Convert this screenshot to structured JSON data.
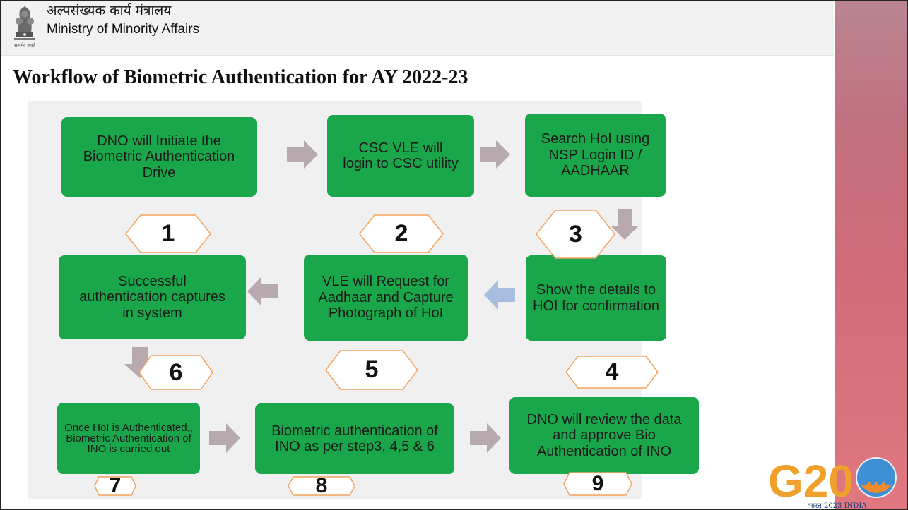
{
  "header": {
    "ministry_hindi": "अल्पसंख्यक कार्य मंत्रालय",
    "ministry_english": "Ministry of Minority Affairs",
    "emblem_motto": "सत्यमेव जयते"
  },
  "title": "Workflow of Biometric Authentication for AY 2022-23",
  "steps": [
    {
      "number": "1",
      "text": "DNO will Initiate the Biometric Authentication Drive"
    },
    {
      "number": "2",
      "text": "CSC VLE will login to CSC utility"
    },
    {
      "number": "3",
      "text": "Search HoI using NSP Login ID / AADHAAR"
    },
    {
      "number": "4",
      "text": "Show the details to HOI  for confirmation"
    },
    {
      "number": "5",
      "text": "VLE will Request for Aadhaar and Capture Photograph of HoI"
    },
    {
      "number": "6",
      "text": "Successful authentication captures in system"
    },
    {
      "number": "7",
      "text": "Once HoI is Authenticated,, Biometric Authentication of INO is carried out"
    },
    {
      "number": "8",
      "text": "Biometric authentication of INO as per step3, 4,5 & 6"
    },
    {
      "number": "9",
      "text": "DNO will review the data  and approve Bio Authentication of INO"
    }
  ],
  "logo": {
    "g20_text": "G20",
    "g20_tagline": "भारत 2023 INDIA"
  },
  "colors": {
    "box_fill": "#1aa74b",
    "arrow_gray": "#b7a9ad",
    "arrow_blue": "#a8bde0",
    "hexagon_stroke": "#f2a35e",
    "sidebar": "#d26c7a"
  }
}
